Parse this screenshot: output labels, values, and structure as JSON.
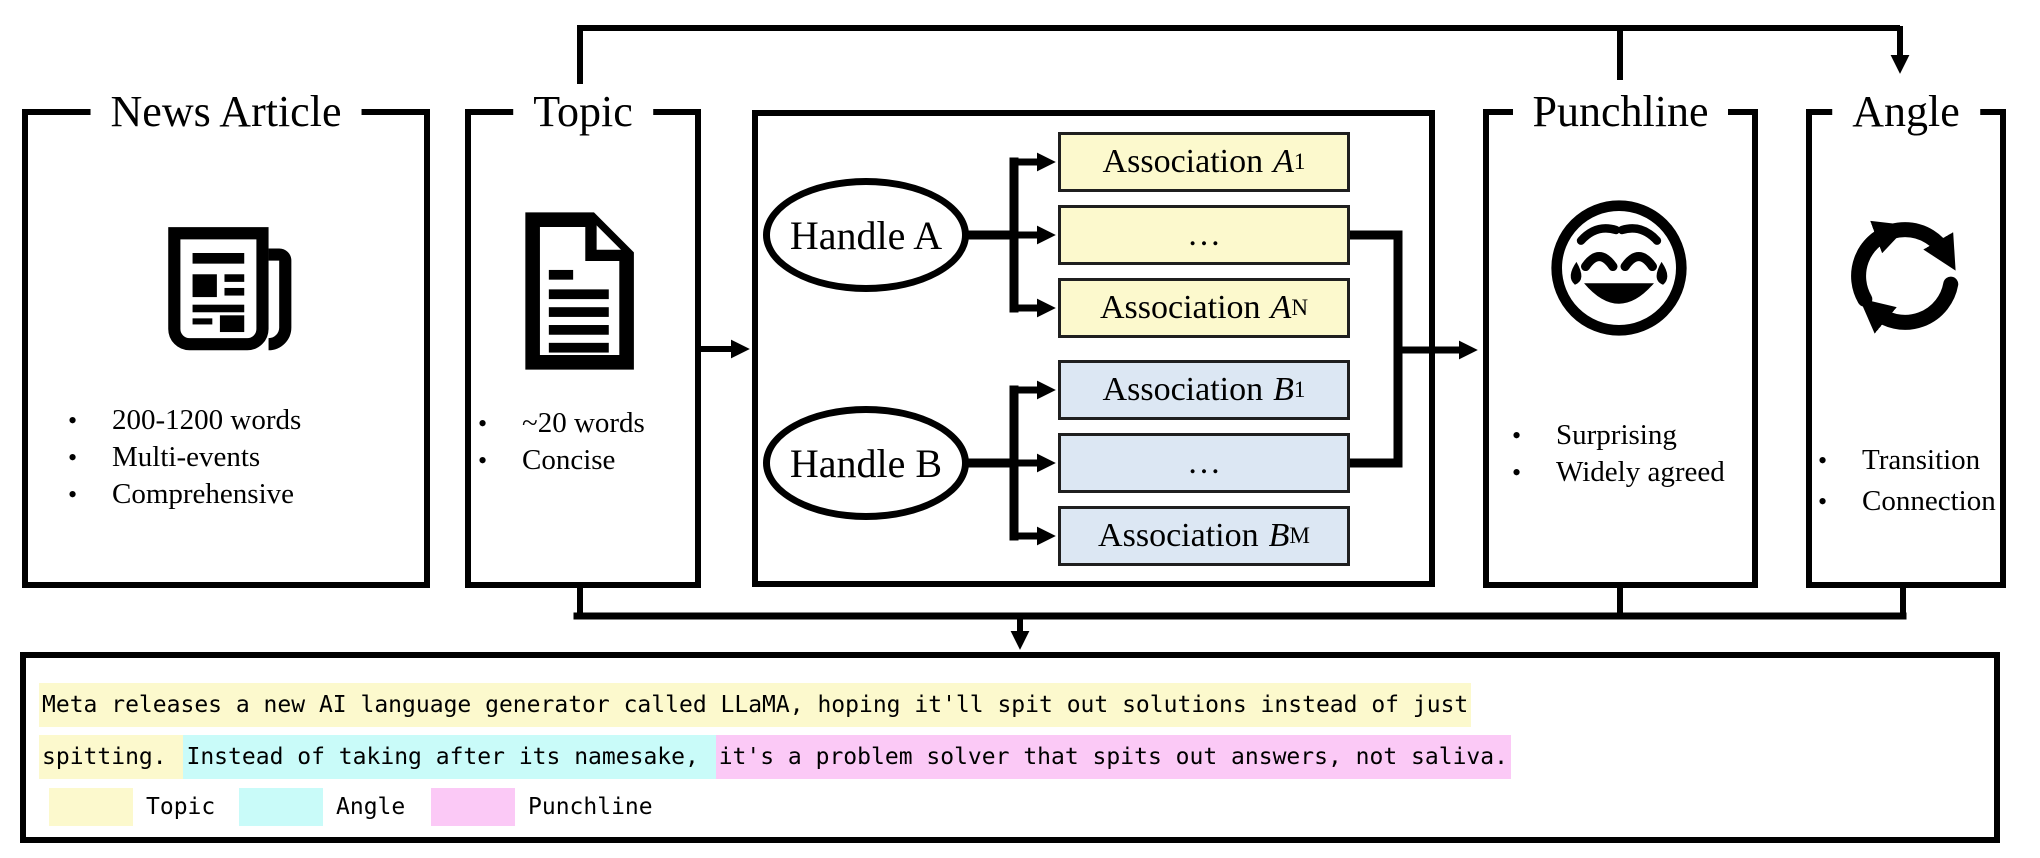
{
  "colors": {
    "topic_highlight": "#fcf9cd",
    "angle_highlight": "#c9fbf9",
    "punchline_highlight": "#fbc9f6",
    "association_a_fill": "#fcf9cd",
    "association_b_fill": "#dce7f3",
    "line_color": "#000000"
  },
  "boxes": {
    "news_article": {
      "title": "News Article",
      "bullets": [
        "200-1200 words",
        "Multi-events",
        "Comprehensive"
      ]
    },
    "topic": {
      "title": "Topic",
      "bullets": [
        "~20 words",
        "Concise"
      ]
    },
    "punchline": {
      "title": "Punchline",
      "bullets": [
        "Surprising",
        "Widely agreed"
      ]
    },
    "angle": {
      "title": "Angle",
      "bullets": [
        "Transition",
        "Connection"
      ]
    }
  },
  "handles": {
    "a": {
      "label": "Handle A"
    },
    "b": {
      "label": "Handle B"
    }
  },
  "associations": {
    "a1": {
      "prefix": "Association",
      "var": "A",
      "sub": "1"
    },
    "a_dots": {
      "label": "…"
    },
    "an": {
      "prefix": "Association",
      "var": "A",
      "sub": "N"
    },
    "b1": {
      "prefix": "Association",
      "var": "B",
      "sub": "1"
    },
    "b_dots": {
      "label": "…"
    },
    "bm": {
      "prefix": "Association",
      "var": "B",
      "sub": "M"
    }
  },
  "icons": {
    "news_article": "newspaper-icon",
    "topic": "document-icon",
    "punchline": "laughing-tears-emoji-icon",
    "angle": "cycle-arrows-icon"
  },
  "example": {
    "line1_topic": "Meta releases a new AI language generator called LLaMA, hoping it'll spit out solutions instead of just",
    "line2_topic": "spitting. ",
    "line2_angle": "Instead of taking after its namesake, ",
    "line2_punchline": "it's a problem solver that spits out answers, not saliva.",
    "legend": {
      "topic": "Topic",
      "angle": "Angle",
      "punchline": "Punchline"
    }
  }
}
